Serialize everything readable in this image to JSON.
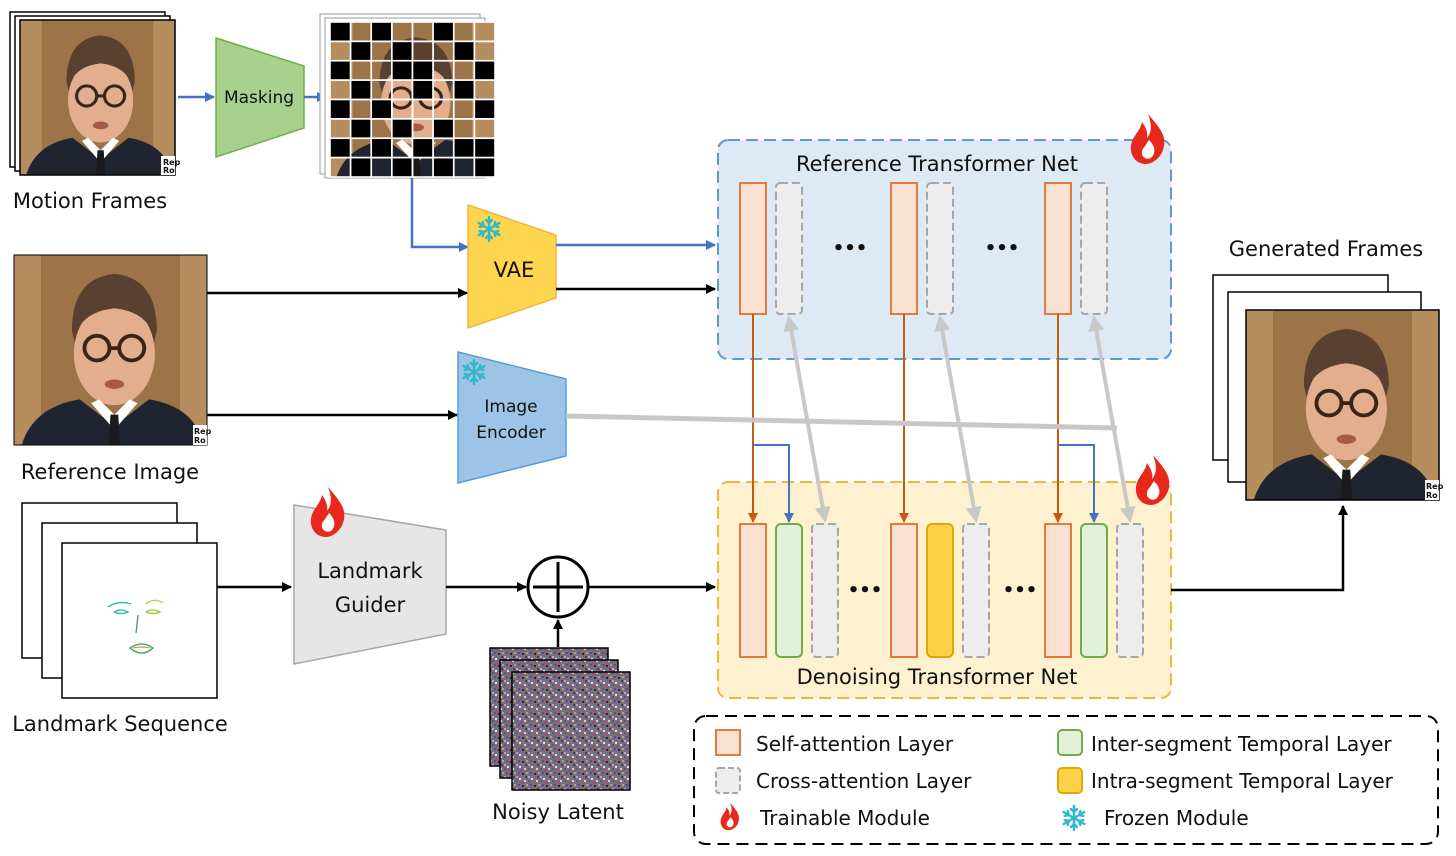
{
  "labels": {
    "motion_frames": "Motion Frames",
    "masking": "Masking",
    "vae": "VAE",
    "reference_image": "Reference Image",
    "image_encoder_line1": "Image",
    "image_encoder_line2": "Encoder",
    "landmark_guider_line1": "Landmark",
    "landmark_guider_line2": "Guider",
    "landmark_sequence": "Landmark Sequence",
    "noisy_latent": "Noisy Latent",
    "reference_net": "Reference Transformer Net",
    "denoising_net": "Denoising Transformer Net",
    "generated_frames": "Generated Frames",
    "ellipsis": "•••",
    "frame_tag_1": "Rep",
    "frame_tag_2": "Ro"
  },
  "legend": {
    "self_attention": "Self-attention Layer",
    "cross_attention": "Cross-attention Layer",
    "trainable": "Trainable Module",
    "inter_segment": "Inter-segment Temporal Layer",
    "intra_segment": "Intra-segment Temporal Layer",
    "frozen": "Frozen Module"
  },
  "icons": {
    "trainable": "flame-icon",
    "frozen": "snowflake-icon"
  },
  "colors": {
    "self_attention_fill": "#fbe1d3",
    "self_attention_stroke": "#e07b39",
    "cross_attention_fill": "#ededed",
    "cross_attention_stroke": "#a6a6a6",
    "inter_segment_fill": "#e2f0d9",
    "inter_segment_stroke": "#70ad47",
    "intra_segment_fill": "#fbd148",
    "intra_segment_stroke": "#e0a800",
    "reference_net_bg": "#dde9f5",
    "reference_net_border": "#5b9bd5",
    "denoising_net_bg": "#fdf1cf",
    "denoising_net_border": "#f2b43c",
    "masking": "#a9d18e",
    "vae": "#ffd54f",
    "image_encoder": "#9dc3e6",
    "landmark_guider": "#e7e6e6",
    "flame": "#e8281c",
    "snowflake": "#2eb8c8",
    "arrow_blue": "#4472c4",
    "arrow_orange": "#c55a11",
    "arrow_gray": "#c8c8c8"
  }
}
